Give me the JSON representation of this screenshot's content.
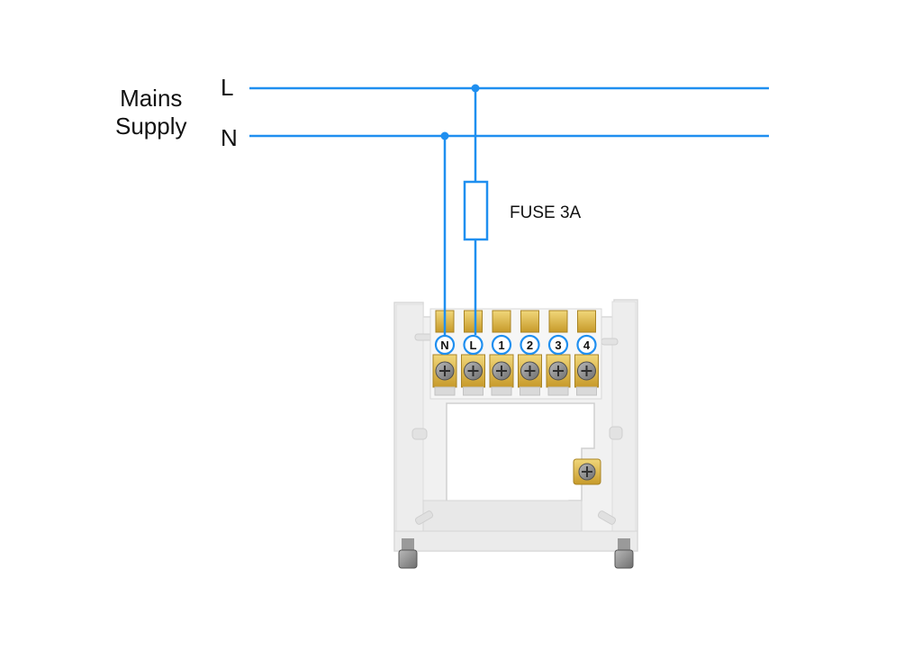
{
  "mains_supply": {
    "line1": "Mains",
    "line2": "Supply"
  },
  "conductors": {
    "live": "L",
    "neutral": "N"
  },
  "fuse": {
    "label": "FUSE 3A"
  },
  "terminals": [
    "N",
    "L",
    "1",
    "2",
    "3",
    "4"
  ],
  "colors": {
    "wire": "#1f8ff0",
    "terminal_brass": "#d8b84a",
    "housing": "#f0f0f0",
    "text": "#111111"
  }
}
